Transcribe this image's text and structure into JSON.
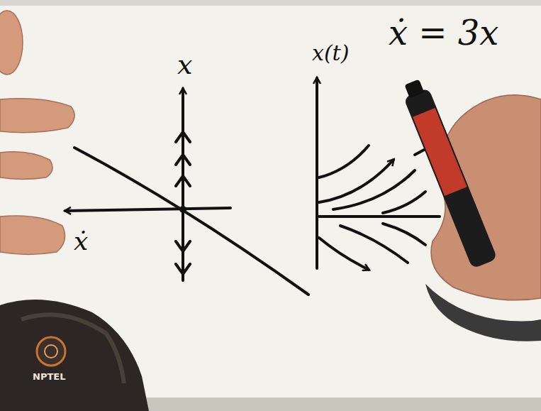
{
  "diagram": {
    "labels": [
      "x",
      "ẋ",
      "x(t)",
      "ẋ = 3x",
      "NPTEL"
    ]
  }
}
